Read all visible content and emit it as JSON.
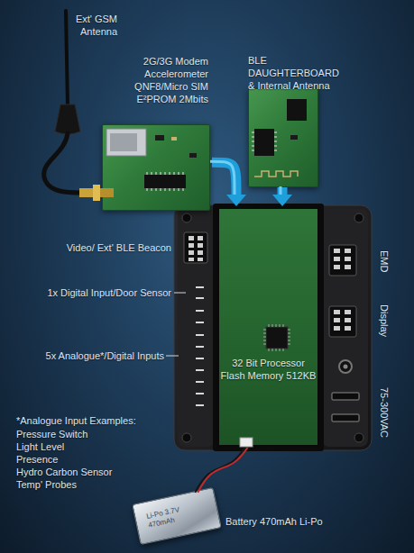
{
  "diagram": {
    "nodes": [
      {
        "text": [
          "2G/3G Modem Accelerometer QNF8/Micro SIM E²PROM 2Mbits"
        ]
      },
      {
        "text": [
          "BLE DAUGHTERBOARD & Internal Antenna"
        ]
      },
      {
        "text": [
          "32 Bit Processor Flash Memory 512KB"
        ]
      },
      {
        "text": [
          "Li-Po 3.7V 470mAh"
        ]
      }
    ],
    "edges": [
      {
        "from": 0,
        "to": 2,
        "arrow": "to"
      },
      {
        "from": 1,
        "to": 2,
        "arrow": "to"
      },
      {
        "from": 3,
        "to": 2,
        "arrow": "none"
      }
    ],
    "labels": [
      "Ext' GSM Antenna",
      "Video/ Ext' BLE Beacon",
      "1x Digital Input/Door Sensor",
      "5x Analogue*/Digital Inputs",
      "EMD",
      "Display",
      "75-300VAC",
      "*Analogue Input Examples:",
      "Pressure Switch",
      "Light Level",
      "Presence",
      "Hydro Carbon Sensor",
      "Temp' Probes",
      "Battery 470mAh Li-Po"
    ]
  }
}
